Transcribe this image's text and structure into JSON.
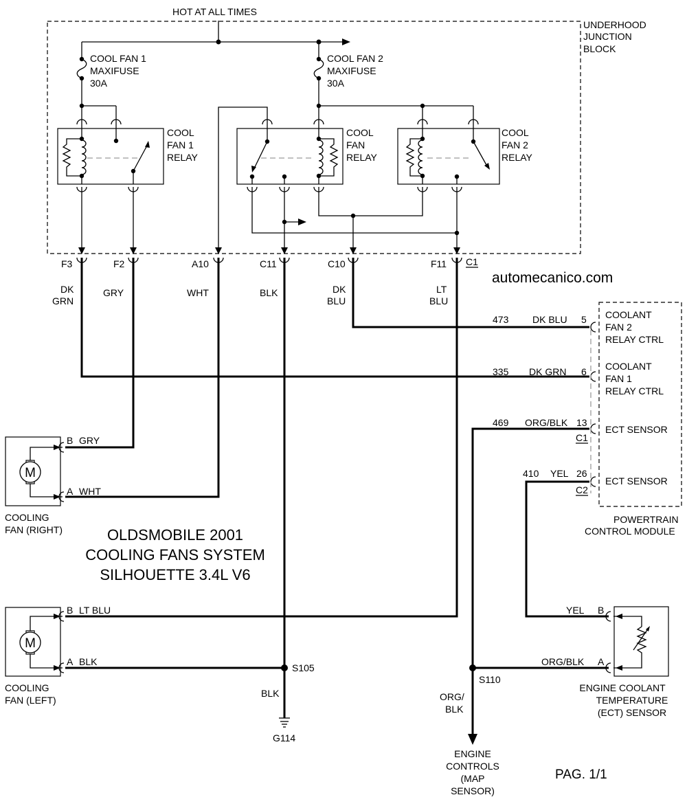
{
  "header": {
    "hot_at_all_times": "HOT AT ALL TIMES"
  },
  "junction_block": {
    "title": [
      "UNDERHOOD",
      "JUNCTION",
      "BLOCK"
    ],
    "connector": "C1"
  },
  "fuses": [
    {
      "lines": [
        "COOL FAN 1",
        "MAXIFUSE",
        "30A"
      ]
    },
    {
      "lines": [
        "COOL FAN 2",
        "MAXIFUSE",
        "30A"
      ]
    }
  ],
  "relays": [
    {
      "lines": [
        "COOL",
        "FAN 1",
        "RELAY"
      ]
    },
    {
      "lines": [
        "COOL",
        "FAN",
        "RELAY"
      ]
    },
    {
      "lines": [
        "COOL",
        "FAN 2",
        "RELAY"
      ]
    }
  ],
  "pins": [
    "F3",
    "F2",
    "A10",
    "C11",
    "C10",
    "F11"
  ],
  "wire_colors": [
    {
      "lines": [
        "DK",
        "GRN"
      ]
    },
    {
      "lines": [
        "GRY"
      ]
    },
    {
      "lines": [
        "WHT"
      ]
    },
    {
      "lines": [
        "BLK"
      ]
    },
    {
      "lines": [
        "DK",
        "BLU"
      ]
    },
    {
      "lines": [
        "LT",
        "BLU"
      ]
    }
  ],
  "watermark": "automecanico.com",
  "pcm": {
    "title": [
      "POWERTRAIN",
      "CONTROL MODULE"
    ],
    "rows": [
      {
        "circuit": "473",
        "color": "DK BLU",
        "pin": "5",
        "label": [
          "COOLANT",
          "FAN 2",
          "RELAY CTRL"
        ]
      },
      {
        "circuit": "335",
        "color": "DK GRN",
        "pin": "6",
        "label": [
          "COOLANT",
          "FAN 1",
          "RELAY CTRL"
        ]
      },
      {
        "circuit": "469",
        "color": "ORG/BLK",
        "pin": "13",
        "connector": "C1",
        "label": [
          "ECT SENSOR"
        ]
      },
      {
        "circuit": "410",
        "color": "YEL",
        "pin": "26",
        "connector": "C2",
        "label": [
          "ECT SENSOR"
        ]
      }
    ]
  },
  "fan_right": {
    "title": [
      "COOLING",
      "FAN (RIGHT)"
    ],
    "motor": "M",
    "pins": [
      {
        "pin": "B",
        "color": "GRY"
      },
      {
        "pin": "A",
        "color": "WHT"
      }
    ]
  },
  "fan_left": {
    "title": [
      "COOLING",
      "FAN (LEFT)"
    ],
    "motor": "M",
    "pins": [
      {
        "pin": "B",
        "color": "LT BLU"
      },
      {
        "pin": "A",
        "color": "BLK"
      }
    ]
  },
  "diagram_title": [
    "OLDSMOBILE 2001",
    "COOLING FANS SYSTEM",
    "SILHOUETTE 3.4L V6"
  ],
  "splices": {
    "s105": "S105",
    "s110": "S110"
  },
  "ground": {
    "wire": "BLK",
    "label": "G114"
  },
  "engine_controls": {
    "wire": [
      "ORG/",
      "BLK"
    ],
    "label": [
      "ENGINE",
      "CONTROLS",
      "(MAP",
      "SENSOR)"
    ]
  },
  "ect_sensor": {
    "title": [
      "ENGINE COOLANT",
      "TEMPERATURE",
      "(ECT) SENSOR"
    ],
    "pins": [
      {
        "pin": "B",
        "color": "YEL"
      },
      {
        "pin": "A",
        "color": "ORG/BLK"
      }
    ]
  },
  "page": "PAG. 1/1"
}
